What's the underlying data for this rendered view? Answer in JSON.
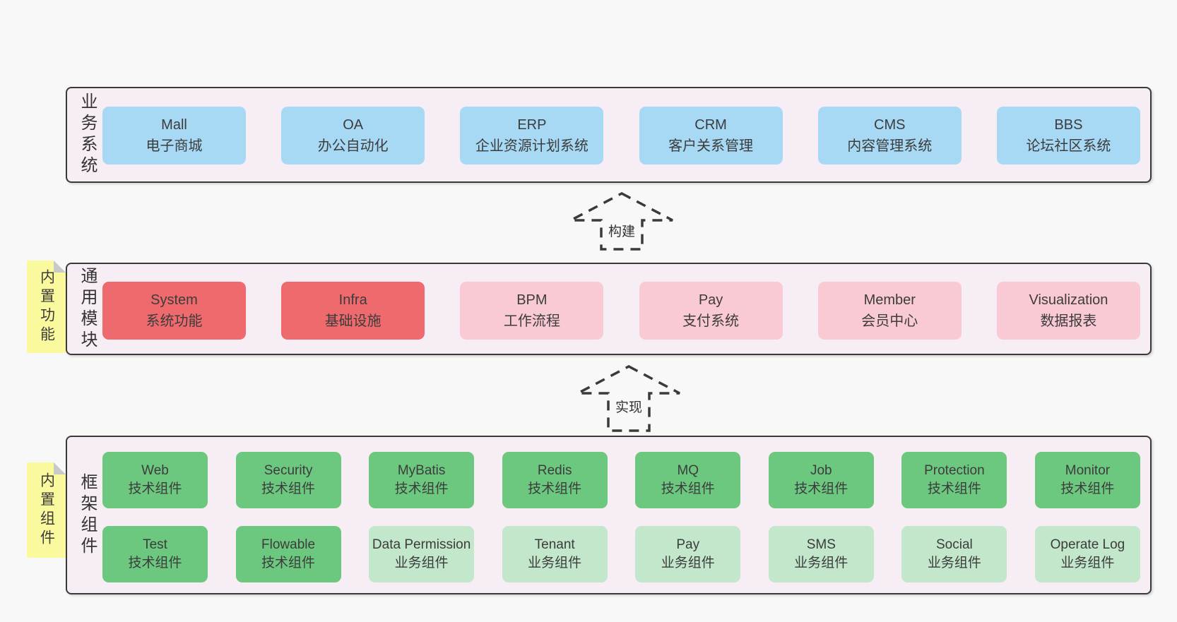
{
  "colors": {
    "page-bg": "#f8f8f8",
    "layer-bg": "#f7edf5",
    "layer-border": "#3a3a3a",
    "blue": "#a7d9f5",
    "red": "#ef6a6d",
    "pink": "#facad4",
    "green": "#6dc87f",
    "green-light": "#c2e7cb",
    "yellow": "#fbf99e",
    "fold": "#c9c9c9",
    "text": "#3c3c3c"
  },
  "arrows": [
    {
      "label": "构建"
    },
    {
      "label": "实现"
    }
  ],
  "layers": [
    {
      "label": "业务系统",
      "boxes": [
        {
          "name": "Mall",
          "desc": "电子商城",
          "variant": "blue"
        },
        {
          "name": "OA",
          "desc": "办公自动化",
          "variant": "blue"
        },
        {
          "name": "ERP",
          "desc": "企业资源计划系统",
          "variant": "blue"
        },
        {
          "name": "CRM",
          "desc": "客户关系管理",
          "variant": "blue"
        },
        {
          "name": "CMS",
          "desc": "内容管理系统",
          "variant": "blue"
        },
        {
          "name": "BBS",
          "desc": "论坛社区系统",
          "variant": "blue"
        }
      ]
    },
    {
      "label": "通用模块",
      "sticky": "内置功能",
      "boxes": [
        {
          "name": "System",
          "desc": "系统功能",
          "variant": "red"
        },
        {
          "name": "Infra",
          "desc": "基础设施",
          "variant": "red"
        },
        {
          "name": "BPM",
          "desc": "工作流程",
          "variant": "pink"
        },
        {
          "name": "Pay",
          "desc": "支付系统",
          "variant": "pink"
        },
        {
          "name": "Member",
          "desc": "会员中心",
          "variant": "pink"
        },
        {
          "name": "Visualization",
          "desc": "数据报表",
          "variant": "pink"
        }
      ]
    },
    {
      "label": "框架组件",
      "sticky": "内置组件",
      "rows": [
        [
          {
            "name": "Web",
            "desc": "技术组件",
            "variant": "green"
          },
          {
            "name": "Security",
            "desc": "技术组件",
            "variant": "green"
          },
          {
            "name": "MyBatis",
            "desc": "技术组件",
            "variant": "green"
          },
          {
            "name": "Redis",
            "desc": "技术组件",
            "variant": "green"
          },
          {
            "name": "MQ",
            "desc": "技术组件",
            "variant": "green"
          },
          {
            "name": "Job",
            "desc": "技术组件",
            "variant": "green"
          },
          {
            "name": "Protection",
            "desc": "技术组件",
            "variant": "green"
          },
          {
            "name": "Monitor",
            "desc": "技术组件",
            "variant": "green"
          }
        ],
        [
          {
            "name": "Test",
            "desc": "技术组件",
            "variant": "green"
          },
          {
            "name": "Flowable",
            "desc": "技术组件",
            "variant": "green"
          },
          {
            "name": "Data Permission",
            "desc": "业务组件",
            "variant": "green-light"
          },
          {
            "name": "Tenant",
            "desc": "业务组件",
            "variant": "green-light"
          },
          {
            "name": "Pay",
            "desc": "业务组件",
            "variant": "green-light"
          },
          {
            "name": "SMS",
            "desc": "业务组件",
            "variant": "green-light"
          },
          {
            "name": "Social",
            "desc": "业务组件",
            "variant": "green-light"
          },
          {
            "name": "Operate Log",
            "desc": "业务组件",
            "variant": "green-light"
          }
        ]
      ]
    }
  ]
}
